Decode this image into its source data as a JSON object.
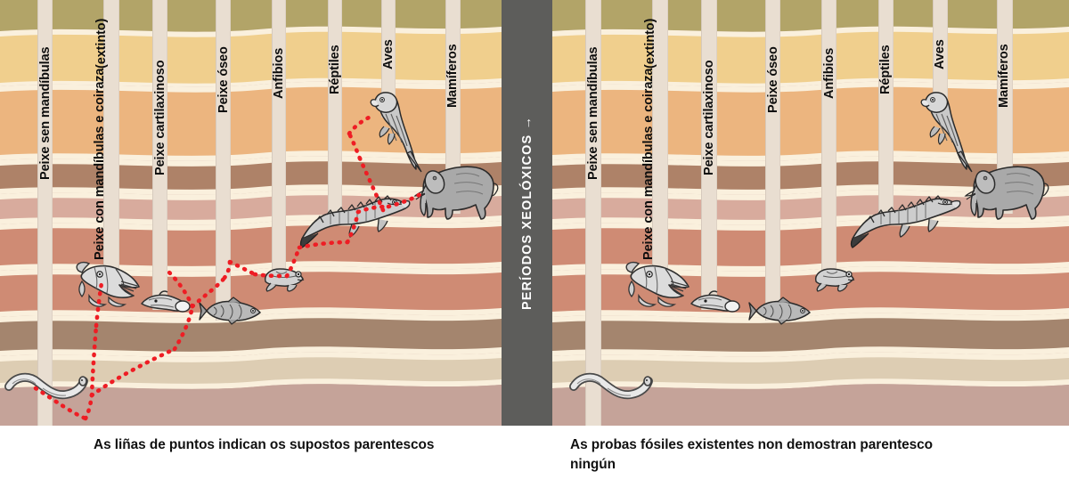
{
  "diagram": {
    "title_bar": {
      "label": "PERÍODOS XEOLÓXICOS",
      "arrow": "→",
      "full": "PERÍODOS XEOLÓXICOS →",
      "color": "#5d5d5b",
      "text_color": "#ffffff"
    },
    "group_labels": [
      {
        "id": "jawless-fish",
        "line1": "Peixe sen mandíbulas",
        "line2": ""
      },
      {
        "id": "armored-fish",
        "line1": "Peixe con mandíbulas e coiraza",
        "line2": "(extinto)"
      },
      {
        "id": "cartilaginous",
        "line1": "Peixe cartilaxinoso",
        "line2": ""
      },
      {
        "id": "bony-fish",
        "line1": "Peixe óseo",
        "line2": ""
      },
      {
        "id": "amphibians",
        "line1": "Anfibios",
        "line2": ""
      },
      {
        "id": "reptiles",
        "line1": "Réptiles",
        "line2": ""
      },
      {
        "id": "birds",
        "line1": "Aves",
        "line2": ""
      },
      {
        "id": "mammals",
        "line1": "Mamíferos",
        "line2": ""
      }
    ],
    "fossils": [
      {
        "id": "lamprey",
        "group": "jawless-fish"
      },
      {
        "id": "placoderm",
        "group": "armored-fish"
      },
      {
        "id": "ray",
        "group": "cartilaginous"
      },
      {
        "id": "bony-fish",
        "group": "bony-fish"
      },
      {
        "id": "frog",
        "group": "amphibians"
      },
      {
        "id": "crocodile",
        "group": "reptiles"
      },
      {
        "id": "parrot",
        "group": "birds"
      },
      {
        "id": "elephant",
        "group": "mammals"
      }
    ],
    "lineage_lines": {
      "color": "#ed1c24",
      "style": "dotted",
      "present_in": "left-panel-only"
    },
    "strata_colors": [
      "#b2a468",
      "#f0cf8d",
      "#ecb57f",
      "#ae8268",
      "#d8ab9d",
      "#cf8b74",
      "#a4856e",
      "#ddcdb3",
      "#c5a399"
    ],
    "column_color": "#e9ded1"
  },
  "captions": {
    "left": "As liñas de puntos indican os supostos parentescos",
    "right": "As probas fósiles existentes non demostran parentesco ningún"
  }
}
